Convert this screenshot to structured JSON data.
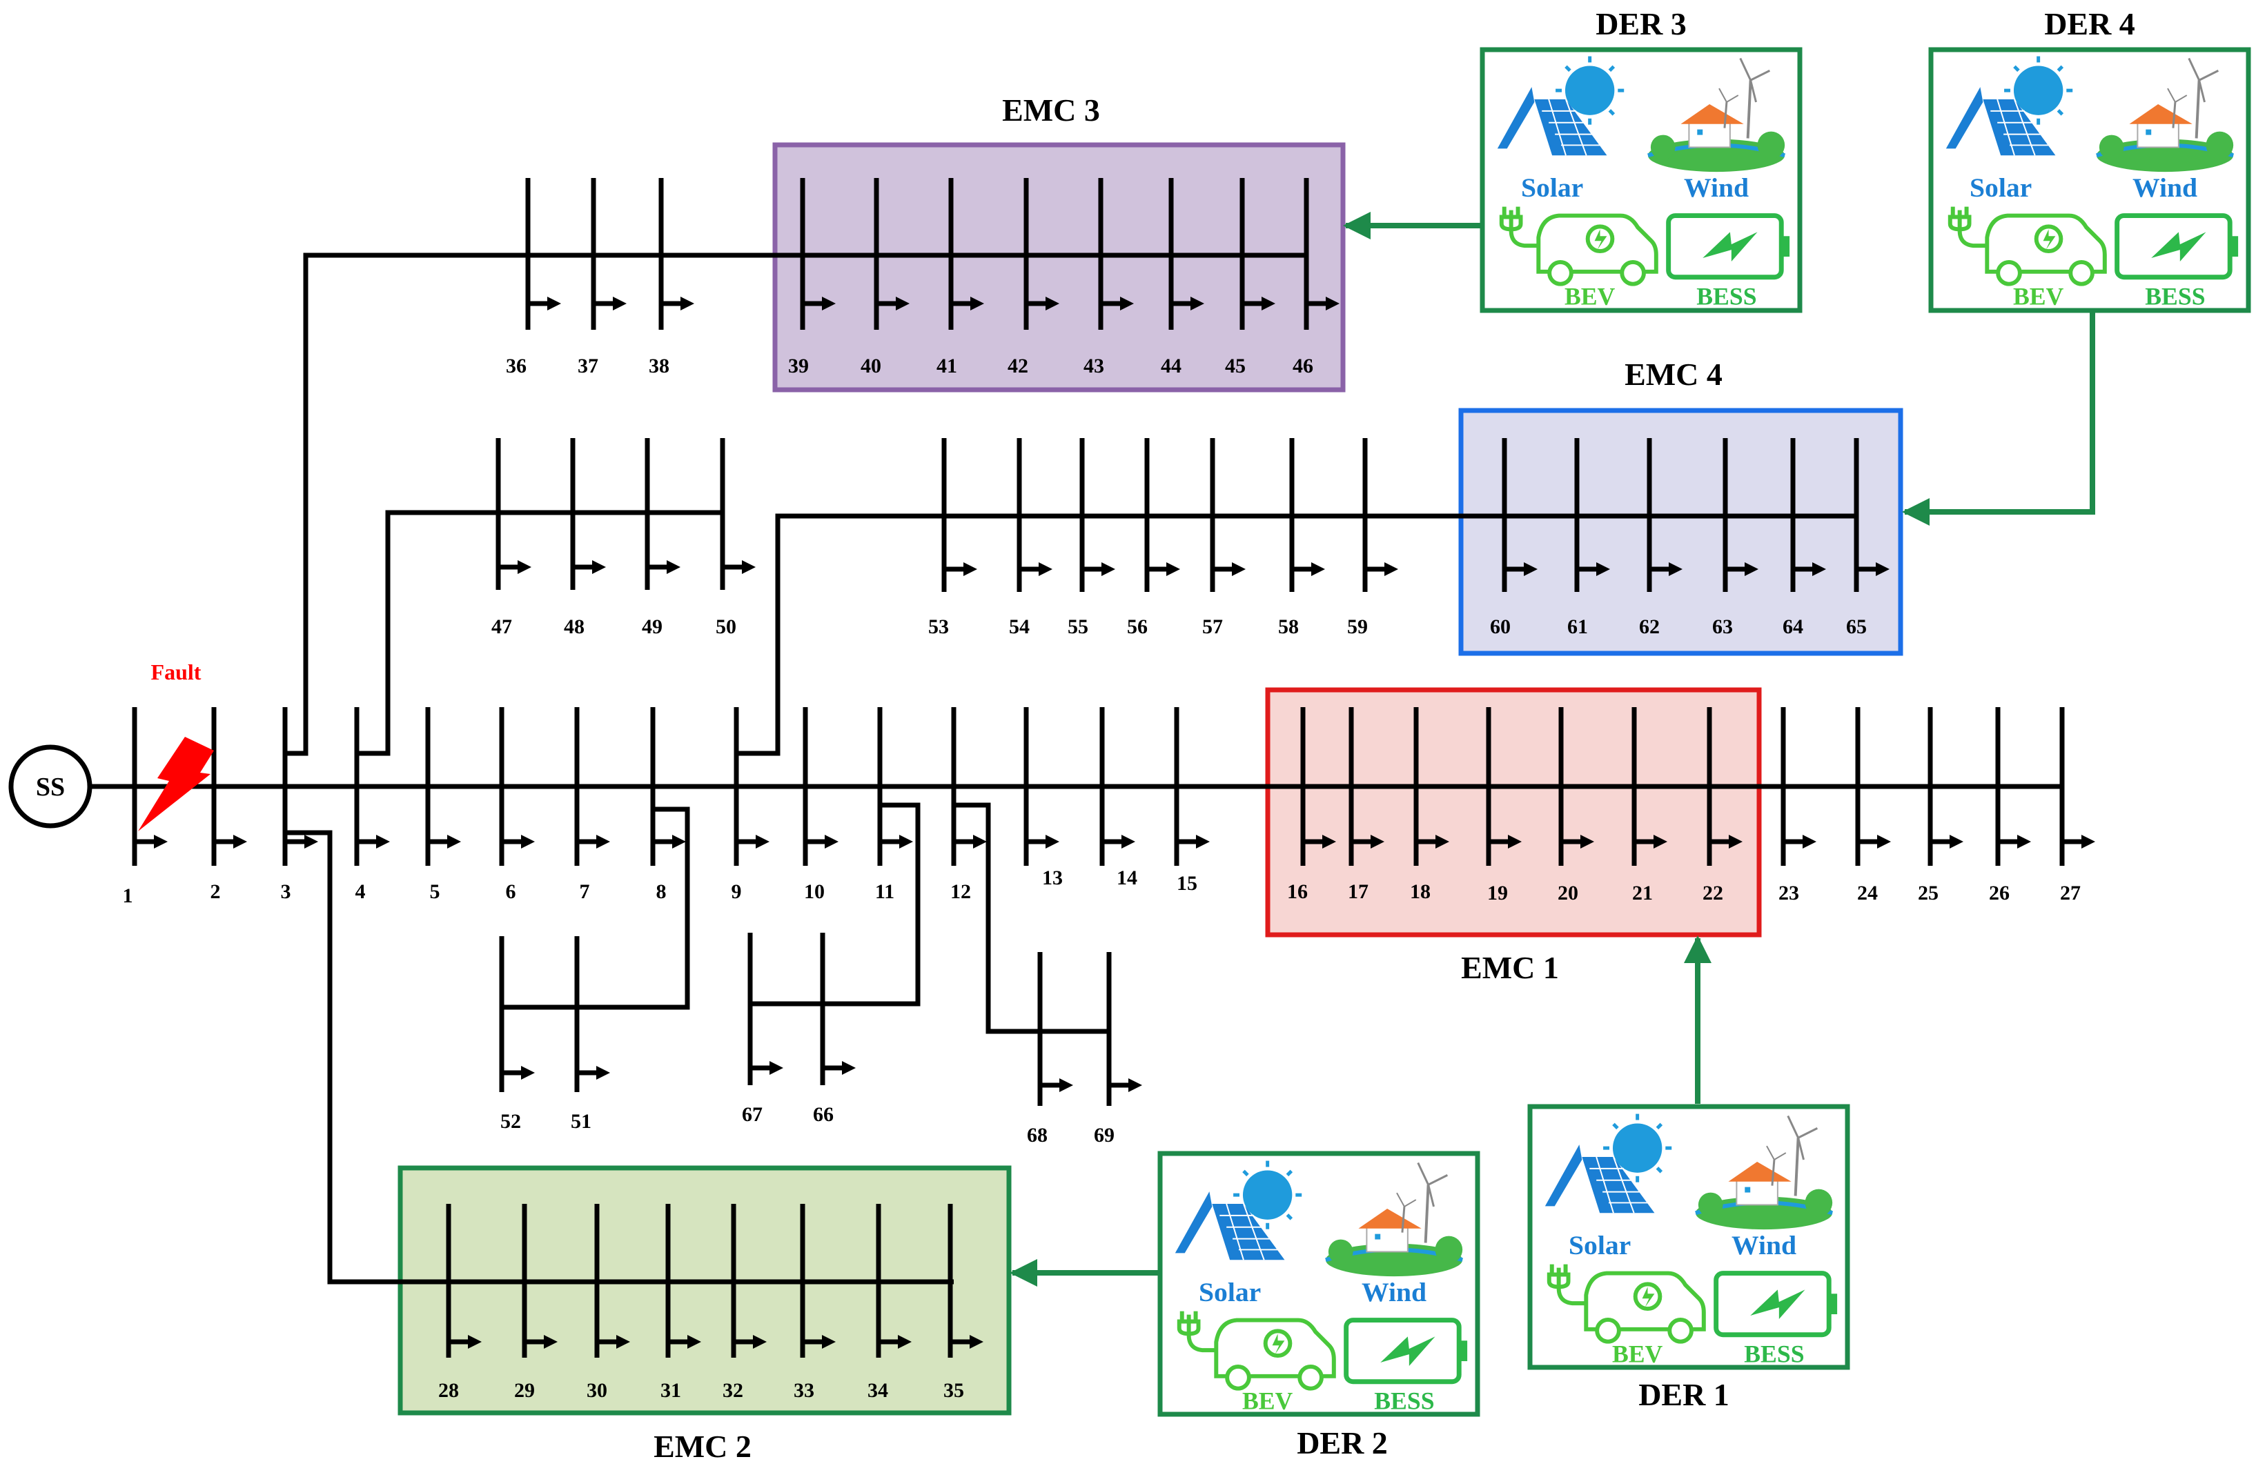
{
  "substation": {
    "label": "SS"
  },
  "fault": {
    "label": "Fault"
  },
  "emcs": [
    {
      "id": "emc1",
      "title": "EMC 1",
      "fill": "#f7d6d3",
      "stroke": "#e01c1c"
    },
    {
      "id": "emc2",
      "title": "EMC 2",
      "fill": "#d6e4bf",
      "stroke": "#1e8a4a"
    },
    {
      "id": "emc3",
      "title": "EMC 3",
      "fill": "#d0c2dc",
      "stroke": "#8a62a8"
    },
    {
      "id": "emc4",
      "title": "EMC 4",
      "fill": "#dcdcee",
      "stroke": "#1c6fe8"
    }
  ],
  "ders": [
    {
      "id": "der1",
      "title": "DER 1",
      "solar": "Solar",
      "wind": "Wind",
      "bev": "BEV",
      "bess": "BESS"
    },
    {
      "id": "der2",
      "title": "DER 2",
      "solar": "Solar",
      "wind": "Wind",
      "bev": "BEV",
      "bess": "BESS"
    },
    {
      "id": "der3",
      "title": "DER 3",
      "solar": "Solar",
      "wind": "Wind",
      "bev": "BEV",
      "bess": "BESS"
    },
    {
      "id": "der4",
      "title": "DER 4",
      "solar": "Solar",
      "wind": "Wind",
      "bev": "BEV",
      "bess": "BESS"
    }
  ],
  "feeders": {
    "main": [
      "1",
      "2",
      "3",
      "4",
      "5",
      "6",
      "7",
      "8",
      "9",
      "10",
      "11",
      "12",
      "13",
      "14",
      "15",
      "16",
      "17",
      "18",
      "19",
      "20",
      "21",
      "22",
      "23",
      "24",
      "25",
      "26",
      "27"
    ],
    "emc3_branch": [
      "36",
      "37",
      "38",
      "39",
      "40",
      "41",
      "42",
      "43",
      "44",
      "45",
      "46"
    ],
    "branch_47": [
      "47",
      "48",
      "49",
      "50"
    ],
    "emc4_branch": [
      "53",
      "54",
      "55",
      "56",
      "57",
      "58",
      "59",
      "60",
      "61",
      "62",
      "63",
      "64",
      "65"
    ],
    "branch_51": [
      "52",
      "51"
    ],
    "branch_66": [
      "67",
      "66"
    ],
    "branch_68": [
      "68",
      "69"
    ],
    "emc2_branch": [
      "28",
      "29",
      "30",
      "31",
      "32",
      "33",
      "34",
      "35"
    ]
  },
  "colors": {
    "line": "#000000",
    "der_border": "#1e8a4a",
    "arrow": "#1e8a4a",
    "solar_text": "#1b7fd4",
    "bev_text": "#49c83a",
    "bess_text": "#2db84a",
    "fault": "#ff0000",
    "sun": "#1f9bdc",
    "wind_roof": "#f07830"
  },
  "icons": [
    "solar-house-icon",
    "wind-house-icon",
    "ev-car-icon",
    "battery-icon",
    "lightning-fault-icon"
  ]
}
